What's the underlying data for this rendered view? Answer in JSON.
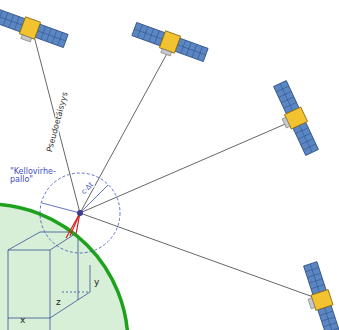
{
  "diagram": {
    "labels": [
      "Pseudoetäisyys",
      "\"Kellovirhe-pallo\"",
      "c·Δt",
      "x",
      "y",
      "z"
    ]
  }
}
